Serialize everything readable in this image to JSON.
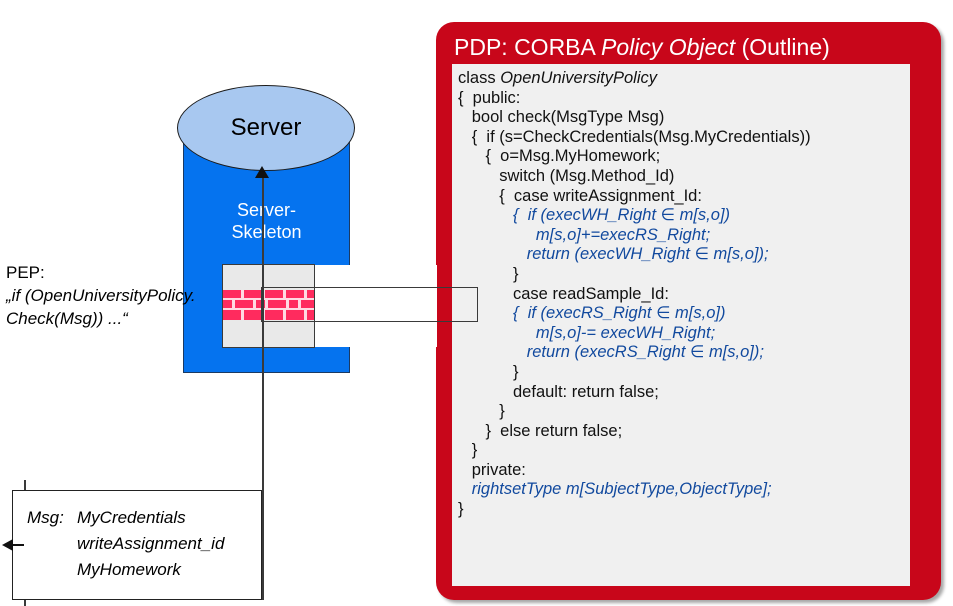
{
  "diagram": {
    "title": "PDP: CORBA Policy Object (Outline)",
    "pep": {
      "label": "PEP:",
      "quote_line1": "„if (OpenUniversityPolicy.",
      "quote_line2": "Check(Msg)) ...“"
    },
    "server": {
      "top_label": "Server",
      "skeleton_line1": "Server-",
      "skeleton_line2": "Skeleton",
      "body_color": "#0573EF",
      "top_color": "#A8C8F0"
    },
    "message": {
      "key": "Msg:",
      "fields": [
        "MyCredentials",
        "writeAssignment_id",
        "MyHomework"
      ]
    },
    "pdp": {
      "title_prefix": "PDP: CORBA ",
      "title_italic": "Policy Object",
      "title_suffix": " (Outline)",
      "panel_color": "#C8061A",
      "code_bg": "#F0F0F0",
      "code_text_color": "#111111",
      "code_highlight_color": "#11499E",
      "code": [
        {
          "text": "class ",
          "italic_tail": "OpenUniversityPolicy",
          "style": "mixed"
        },
        {
          "text": "{  public:",
          "style": "plain"
        },
        {
          "text": "   bool check(MsgType Msg)",
          "style": "plain"
        },
        {
          "text": "   {  if (s=CheckCredentials(Msg.MyCredentials))",
          "style": "plain"
        },
        {
          "text": "      {  o=Msg.MyHomework;",
          "style": "plain"
        },
        {
          "text": "         switch (Msg.Method_Id)",
          "style": "plain"
        },
        {
          "text": "         {  case writeAssignment_Id:",
          "style": "plain"
        },
        {
          "text": "            {  if (execWH_Right ∈ m[s,o])",
          "style": "blue"
        },
        {
          "text": "                 m[s,o]+=execRS_Right;",
          "style": "blue"
        },
        {
          "text": "               return (execWH_Right ∈ m[s,o]);",
          "style": "blue"
        },
        {
          "text": "            }",
          "style": "plain"
        },
        {
          "text": "            case readSample_Id:",
          "style": "plain"
        },
        {
          "text": "            {  if (execRS_Right ∈ m[s,o])",
          "style": "blue"
        },
        {
          "text": "                 m[s,o]-= execWH_Right;",
          "style": "blue"
        },
        {
          "text": "               return (execRS_Right ∈ m[s,o]);",
          "style": "blue"
        },
        {
          "text": "            }",
          "style": "plain"
        },
        {
          "text": "            default: return false;",
          "style": "plain"
        },
        {
          "text": "         }",
          "style": "plain"
        },
        {
          "text": "      }  else return false;",
          "style": "plain"
        },
        {
          "text": "   }",
          "style": "plain"
        },
        {
          "text": "   private:",
          "style": "plain"
        },
        {
          "text": "   rightsetType m[SubjectType,ObjectType];",
          "style": "blue"
        },
        {
          "text": "}",
          "style": "plain"
        }
      ]
    }
  }
}
